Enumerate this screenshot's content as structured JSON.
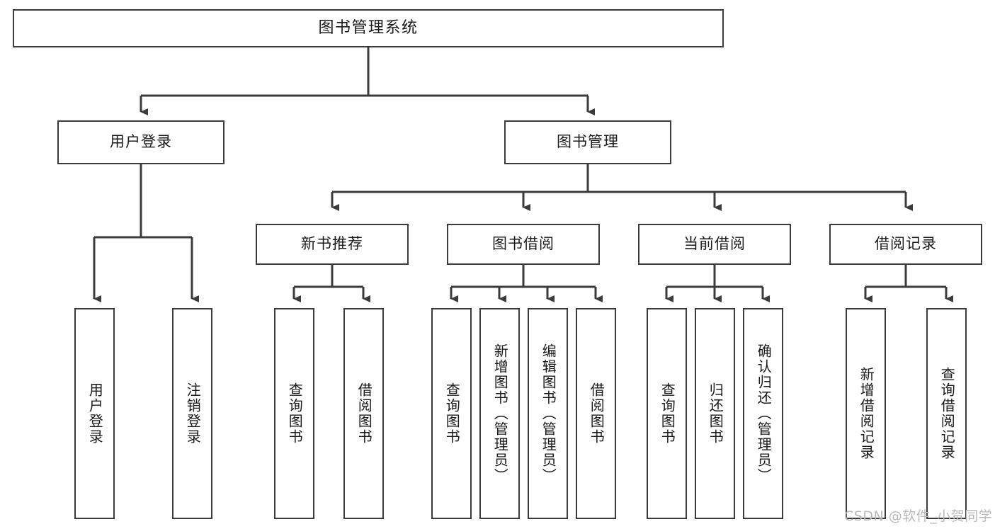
{
  "diagram": {
    "type": "tree",
    "title": "图书管理系统",
    "watermark": "CSDN @软件_小贺同学",
    "colors": {
      "stroke": "#3b3b3b",
      "fill": "#ffffff",
      "text": "#1a1a1a",
      "watermark": "#b9b9b9"
    },
    "root": {
      "label": "图书管理系统"
    },
    "level2": [
      {
        "label": "用户登录"
      },
      {
        "label": "图书管理"
      }
    ],
    "level3": [
      {
        "label": "新书推荐"
      },
      {
        "label": "图书借阅"
      },
      {
        "label": "当前借阅"
      },
      {
        "label": "借阅记录"
      }
    ],
    "leaves": {
      "user_login": [
        {
          "label": "用户登录"
        },
        {
          "label": "注销登录"
        }
      ],
      "new_book_recommend": [
        {
          "label": "查询图书"
        },
        {
          "label": "借阅图书"
        }
      ],
      "book_borrow": [
        {
          "label": "查询图书"
        },
        {
          "label": "新增图书（管理员）"
        },
        {
          "label": "编辑图书（管理员）"
        },
        {
          "label": "借阅图书"
        }
      ],
      "current_borrow": [
        {
          "label": "查询图书"
        },
        {
          "label": "归还图书"
        },
        {
          "label": "确认归还（管理员）"
        }
      ],
      "borrow_record": [
        {
          "label": "新增借阅记录"
        },
        {
          "label": "查询借阅记录"
        }
      ]
    }
  }
}
